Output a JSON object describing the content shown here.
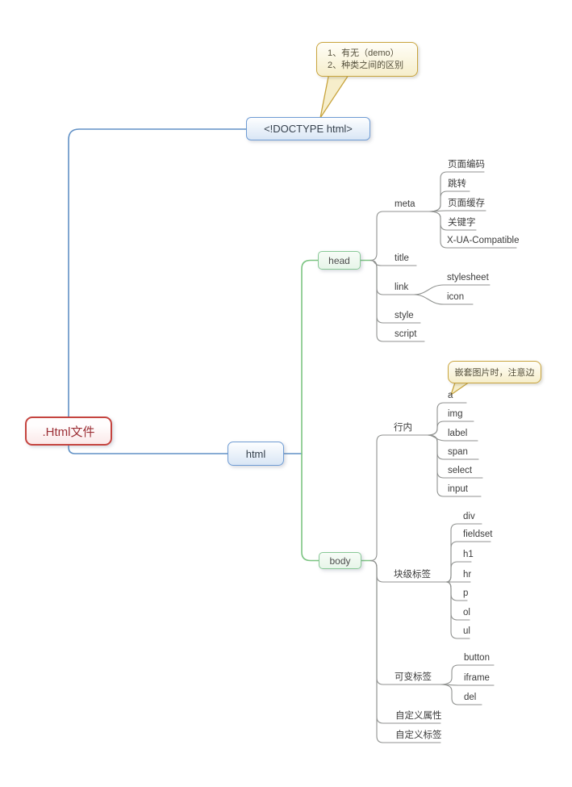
{
  "nodes": {
    "root": ".Html文件",
    "doctype": "<!DOCTYPE html>",
    "html": "html",
    "head": "head",
    "body": "body",
    "head_children": [
      "meta",
      "title",
      "link",
      "style",
      "script"
    ],
    "meta_children": [
      "页面编码",
      "跳转",
      "页面缓存",
      "关键字",
      "X-UA-Compatible"
    ],
    "link_children": [
      "stylesheet",
      "icon"
    ],
    "body_children": [
      "行内",
      "块级标签",
      "可变标签",
      "自定义属性",
      "自定义标签"
    ],
    "inline_children": [
      "a",
      "img",
      "label",
      "span",
      "select",
      "input"
    ],
    "block_children": [
      "div",
      "fieldset",
      "h1",
      "hr",
      "p",
      "ol",
      "ul"
    ],
    "mutable_children": [
      "button",
      "iframe",
      "del"
    ]
  },
  "callouts": {
    "doctype_note": [
      "1、有无（demo）",
      "2、种类之间的区别"
    ],
    "inline_a_note": "嵌套图片时，注意边"
  },
  "colors": {
    "canvas_bg": "#ffffff",
    "root_border": "#c5443f",
    "root_fill": "#fbe9e9",
    "root_text": "#9c2f35",
    "blue_border": "#6f9cd4",
    "blue_fill": "#d9e6f5",
    "blue_text": "#36414d",
    "blue_line": "#6090c5",
    "green_border": "#88c996",
    "green_fill": "#e7f5e9",
    "green_text": "#4d4d4d",
    "green_line": "#7cc482",
    "gray_line": "#909290",
    "leaf_text": "#3c3c3c",
    "callout_border": "#c8a43d",
    "callout_fill": "#f6eecb",
    "callout_text": "#55503c"
  }
}
